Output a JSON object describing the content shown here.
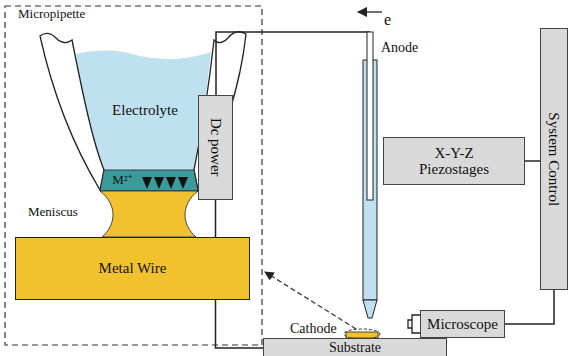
{
  "diagram": {
    "nodes": [
      {
        "text": [
          "Electrolyte"
        ]
      },
      {
        "text": [
          "M²⁺"
        ]
      },
      {
        "text": [
          "Metal Wire"
        ]
      },
      {
        "text": [
          "Dc power"
        ]
      },
      {
        "text": [
          "X-Y-Z Piezostages"
        ]
      },
      {
        "text": [
          "System Control"
        ]
      },
      {
        "text": [
          "Microscope"
        ]
      },
      {
        "text": [
          "Substrate"
        ]
      }
    ],
    "edges": [
      {
        "from": 3,
        "to": 7,
        "arrow": "none"
      },
      {
        "from": 4,
        "to": 5,
        "arrow": "none"
      },
      {
        "from": 5,
        "to": 6,
        "arrow": "none"
      }
    ],
    "labels": [
      "Micropipette",
      "e",
      "Anode",
      "Meniscus",
      "Cathode"
    ]
  }
}
